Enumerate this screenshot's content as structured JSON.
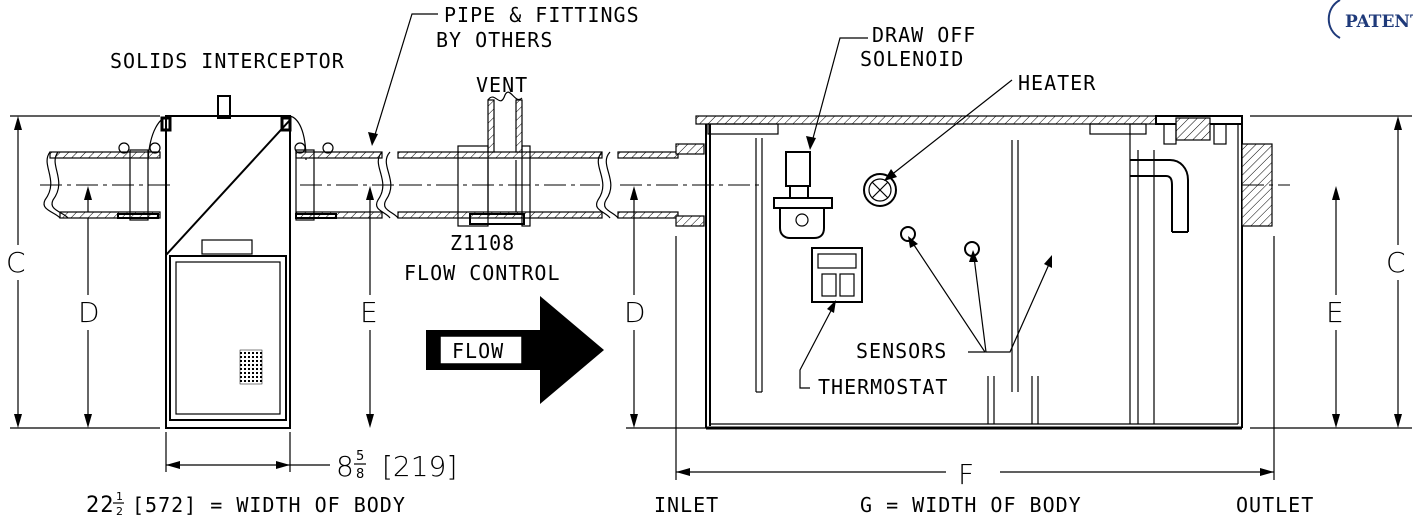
{
  "labels": {
    "solids_interceptor": "SOLIDS INTERCEPTOR",
    "pipe_fittings_1": "PIPE & FITTINGS",
    "pipe_fittings_2": "BY OTHERS",
    "vent": "VENT",
    "draw_off_1": "DRAW OFF",
    "draw_off_2": "SOLENOID",
    "heater": "HEATER",
    "flow_control_1": "Z1108",
    "flow_control_2": "FLOW CONTROL",
    "flow": "FLOW",
    "sensors": "SENSORS",
    "thermostat": "THERMOSTAT",
    "patent": "PATENT",
    "inlet": "INLET",
    "outlet": "OUTLET",
    "g_width": "G = WIDTH OF BODY"
  },
  "dimensions": {
    "c": "C",
    "d": "D",
    "e": "E",
    "f": "F",
    "width_small_whole": "8",
    "width_small_num": "5",
    "width_small_den": "8",
    "width_small_metric": "[219]",
    "body_width_whole": "22",
    "body_width_num": "1",
    "body_width_den": "2",
    "body_width_rest": "[572] = WIDTH OF BODY"
  }
}
